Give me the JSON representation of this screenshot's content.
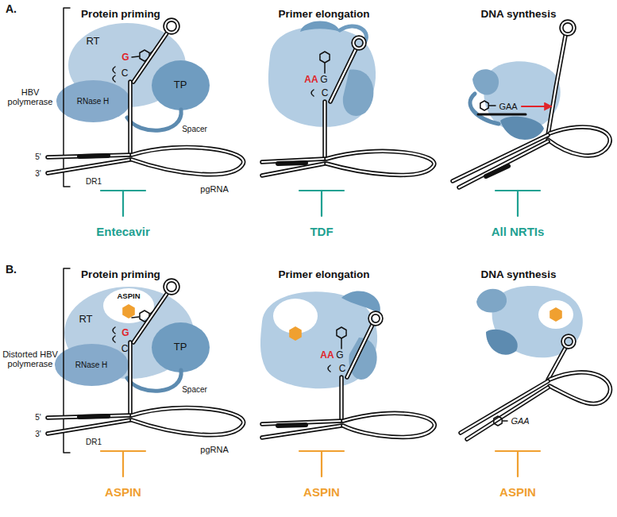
{
  "diagram": {
    "nodes": [
      {
        "text": [
          "RT"
        ]
      },
      {
        "text": [
          "TP"
        ]
      },
      {
        "text": [
          "RNase H"
        ]
      },
      {
        "text": [
          "RT"
        ]
      },
      {
        "text": [
          "TP"
        ]
      },
      {
        "text": [
          "RNase H"
        ]
      }
    ],
    "labels": [
      "A.",
      "Protein priming",
      "Primer elongation",
      "DNA synthesis",
      "HBV polymerase",
      "G",
      "C",
      "Spacer",
      "5'",
      "3'",
      "DR1",
      "pgRNA",
      "AA",
      "G",
      "C",
      "GAA",
      "Entecavir",
      "TDF",
      "All NRTIs",
      "B.",
      "Protein priming",
      "Primer elongation",
      "DNA synthesis",
      "Distorted HBV polymerase",
      "ASPIN",
      "G",
      "C",
      "Spacer",
      "5'",
      "3'",
      "DR1",
      "pgRNA",
      "AA",
      "G",
      "C",
      "GAA",
      "ASPIN",
      "ASPIN",
      "ASPIN"
    ]
  }
}
